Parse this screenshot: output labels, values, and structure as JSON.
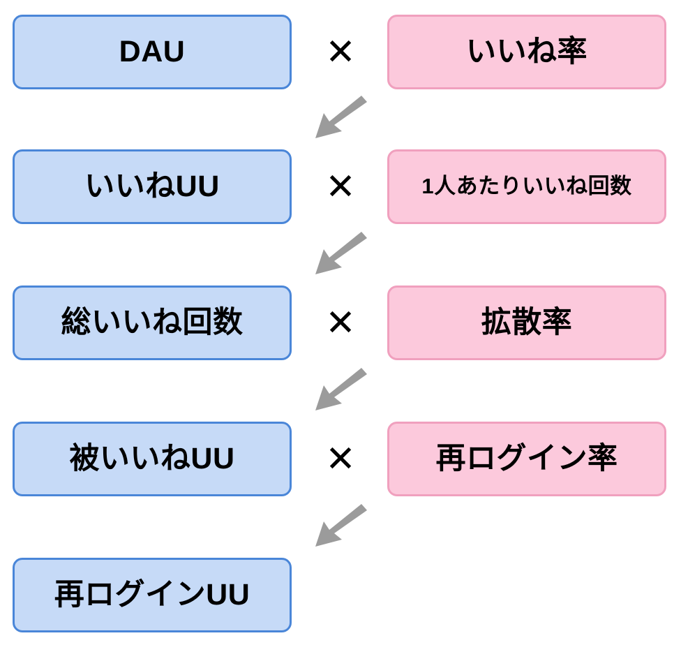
{
  "diagram": {
    "type": "kpi-decomposition-tree",
    "background_color": "#ffffff",
    "colors": {
      "primary_box_fill": "#c6daf7",
      "primary_box_border": "#4a86d8",
      "secondary_box_fill": "#fcc9dc",
      "secondary_box_border": "#f0a0be",
      "arrow_color": "#9b9b9b",
      "text_color": "#000000"
    },
    "operator_symbol": "✕",
    "arrow_icon_name": "arrow-down-left-icon",
    "rows": [
      {
        "index": 1,
        "metric": {
          "label": "DAU",
          "color": "blue",
          "size": "lg"
        },
        "operator": "✕",
        "factor": {
          "label": "いいね率",
          "color": "pink",
          "size": "lg"
        },
        "has_arrow_below": true
      },
      {
        "index": 2,
        "metric": {
          "label": "いいねUU",
          "color": "blue",
          "size": "lg"
        },
        "operator": "✕",
        "factor": {
          "label": "1人あたりいいね回数",
          "color": "pink",
          "size": "sm"
        },
        "has_arrow_below": true
      },
      {
        "index": 3,
        "metric": {
          "label": "総いいね回数",
          "color": "blue",
          "size": "lg"
        },
        "operator": "✕",
        "factor": {
          "label": "拡散率",
          "color": "pink",
          "size": "lg"
        },
        "has_arrow_below": true
      },
      {
        "index": 4,
        "metric": {
          "label": "被いいねUU",
          "color": "blue",
          "size": "lg"
        },
        "operator": "✕",
        "factor": {
          "label": "再ログイン率",
          "color": "pink",
          "size": "lg"
        },
        "has_arrow_below": true
      },
      {
        "index": 5,
        "metric": {
          "label": "再ログインUU",
          "color": "blue",
          "size": "lg"
        },
        "operator": null,
        "factor": null,
        "has_arrow_below": false
      }
    ]
  }
}
